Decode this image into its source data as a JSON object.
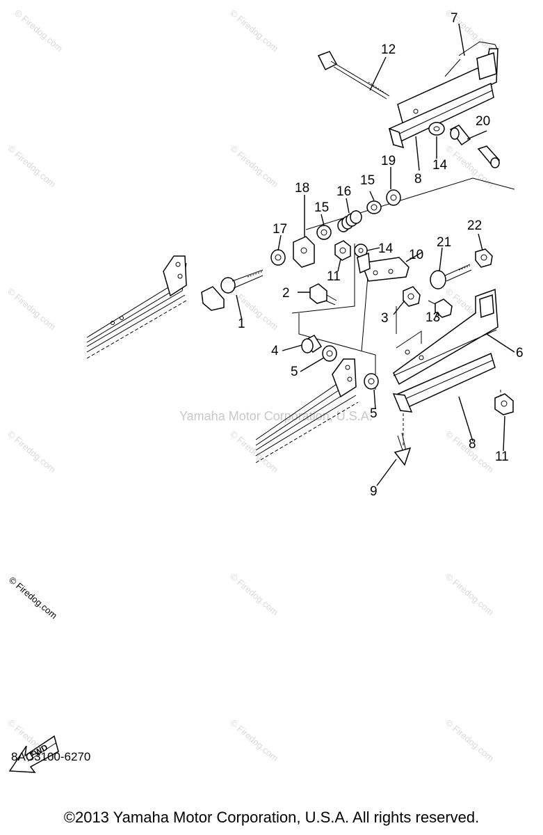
{
  "callouts": {
    "c1": "1",
    "c2": "2",
    "c3": "3",
    "c4": "4",
    "c5a": "5",
    "c5b": "5",
    "c6": "6",
    "c7": "7",
    "c8a": "8",
    "c8b": "8",
    "c9": "9",
    "c10": "10",
    "c11a": "11",
    "c11b": "11",
    "c12": "12",
    "c13": "13",
    "c14a": "14",
    "c14b": "14",
    "c15a": "15",
    "c15b": "15",
    "c16": "16",
    "c17": "17",
    "c18": "18",
    "c19": "19",
    "c20": "20",
    "c21": "21",
    "c22": "22"
  },
  "watermark": {
    "site": "© Firedog.com",
    "center": "Yamaha Motor Corporation, U.S.A."
  },
  "fwd": "FWD",
  "diagram_code": "8AC3100-6270",
  "copyright": "©2013 Yamaha Motor Corporation, U.S.A. All rights reserved."
}
